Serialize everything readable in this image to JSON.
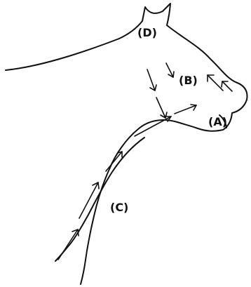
{
  "labels": {
    "a": "(A)",
    "b": "(B)",
    "c": "(C)",
    "d": "(D)"
  },
  "colors": {
    "stroke": "#111111",
    "background": "#ffffff"
  }
}
